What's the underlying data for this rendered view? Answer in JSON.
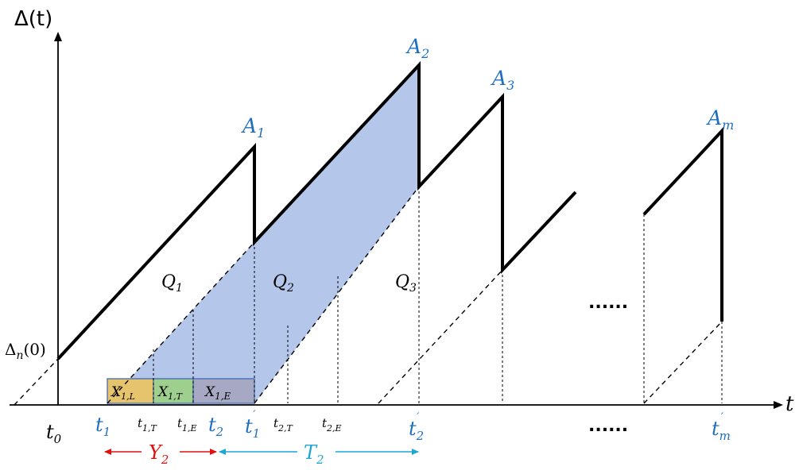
{
  "diagram": {
    "y_axis_label": "Δ(t)",
    "x_axis_label": "t",
    "vertex_labels": {
      "A1": "A",
      "A1_sub": "1",
      "A2": "A",
      "A2_sub": "2",
      "A3": "A",
      "A3_sub": "3",
      "Am": "A",
      "Am_sub": "m"
    },
    "areas": {
      "q1": "Q",
      "q1_sub": "1",
      "q2": "Q",
      "q2_sub": "2",
      "q3": "Q",
      "q3_sub": "3"
    },
    "initial_age": {
      "base": "Δ",
      "sub": "n",
      "rest": "(0)"
    },
    "ellipsis_mid": "......",
    "ellipsis_axis": "......",
    "interval_boxes": [
      {
        "base": "X",
        "sub": "1,L",
        "color": "#e6c46e"
      },
      {
        "base": "X",
        "sub": "1,T",
        "color": "#9fcf8f"
      },
      {
        "base": "X",
        "sub": "1,E",
        "color": "#a7a9c4"
      }
    ],
    "time_ticks": {
      "t0": "t",
      "t0_sub": "0",
      "t1": "t",
      "t1_sub": "1",
      "t1T": "t",
      "t1T_sub": "1,T",
      "t1E": "t",
      "t1E_sub": "1,E",
      "t2": "t",
      "t2_sub": "2",
      "t1p": "t",
      "t1p_sub": "1",
      "t1p_sup": "′",
      "t2T": "t",
      "t2T_sub": "2,T",
      "t2E": "t",
      "t2E_sub": "2,E",
      "t2p": "t",
      "t2p_sub": "2",
      "t2p_sup": "′",
      "tmp": "t",
      "tmp_sub": "m",
      "tmp_sup": "′"
    },
    "intervals": {
      "y2": "Y",
      "y2_sub": "2",
      "t2": "T",
      "t2_sub": "2"
    },
    "colors": {
      "accent": "#1f6fbf",
      "shade": "#b4c6ea",
      "red": "#e01010",
      "cyan": "#1fa6d6"
    }
  }
}
